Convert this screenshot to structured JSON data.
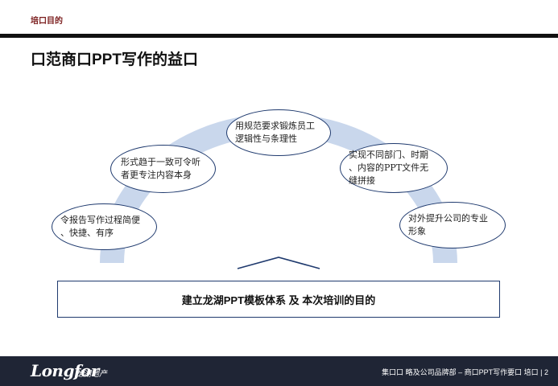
{
  "header": {
    "section_label": "培口目的",
    "title": "口范商口PPT写作的益口"
  },
  "diagram": {
    "bubbles": {
      "top": [
        "用规范要求锻炼员工",
        "逻辑性与条理性"
      ],
      "left": [
        "形式趋于一致可令听",
        "者更专注内容本身"
      ],
      "right": [
        "实现不同部门、时期",
        "、内容的PPT文件无",
        "缝拼接"
      ],
      "lower_left": [
        "令报告写作过程简便",
        "、快捷、有序"
      ],
      "lower_right": [
        "对外提升公司的专业",
        "形象"
      ]
    },
    "bottom_box": "建立龙湖PPT模板体系 及 本次培训的目的",
    "colors": {
      "arch": "#c9d7ec",
      "outline": "#1f3a6e"
    }
  },
  "footer": {
    "logo_text": "Longfor",
    "logo_cn": "龙湖地产",
    "text": "集口口 略及公司品牌部 – 商口PPT写作要口 培口  |  2"
  }
}
